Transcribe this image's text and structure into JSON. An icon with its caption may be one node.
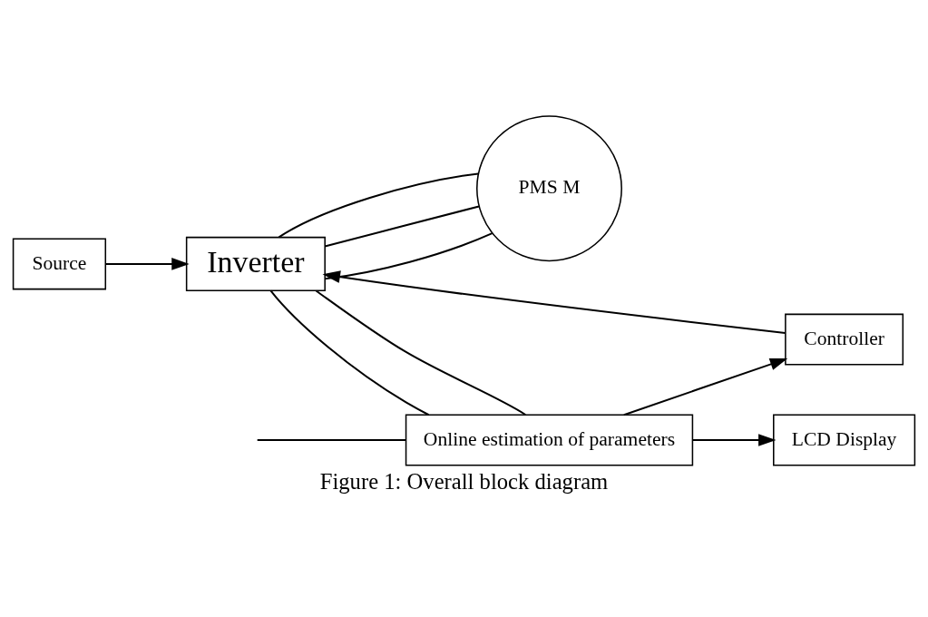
{
  "diagram": {
    "caption": "Figure 1: Overall block diagram",
    "nodes": [
      {
        "text": [
          "Source"
        ]
      },
      {
        "text": [
          "Inverter"
        ]
      },
      {
        "text": [
          "PMS M"
        ]
      },
      {
        "text": [
          "Online estimation of parameters"
        ]
      },
      {
        "text": [
          "Controller"
        ]
      },
      {
        "text": [
          "LCD Display"
        ]
      }
    ],
    "edges": [
      {
        "from": 0,
        "to": 1,
        "arrow": "to"
      },
      {
        "from": 1,
        "to": 2,
        "arrow": "none"
      },
      {
        "from": 1,
        "to": 2,
        "arrow": "none"
      },
      {
        "from": 1,
        "to": 2,
        "arrow": "none"
      },
      {
        "from": 1,
        "to": 3,
        "arrow": "none"
      },
      {
        "from": 1,
        "to": 3,
        "arrow": "none"
      },
      {
        "from": null,
        "to": 3,
        "arrow": "none"
      },
      {
        "from": 3,
        "to": 4,
        "arrow": "to"
      },
      {
        "from": 3,
        "to": 5,
        "arrow": "to"
      },
      {
        "from": 4,
        "to": 1,
        "arrow": "to"
      }
    ]
  }
}
